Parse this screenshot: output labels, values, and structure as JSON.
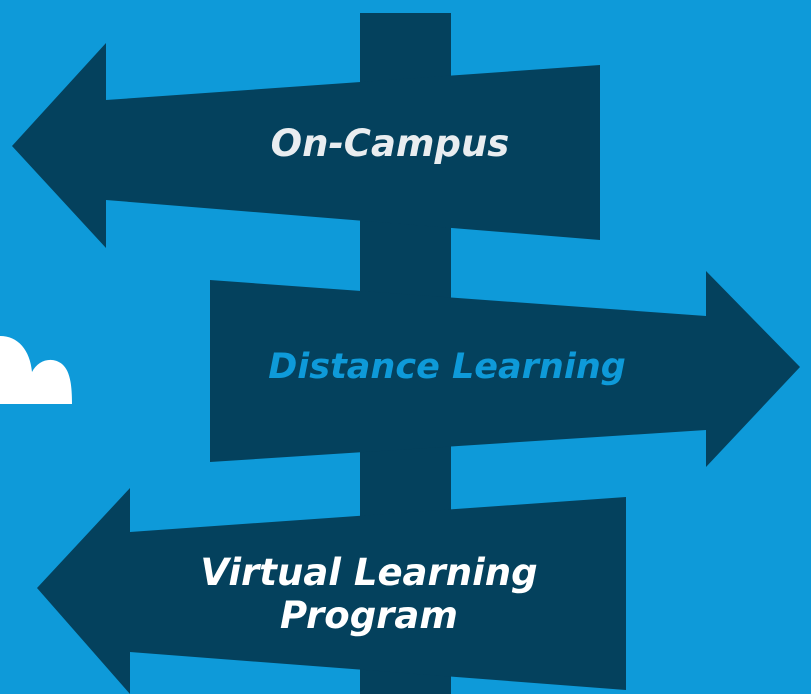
{
  "signs": {
    "top": {
      "label": "On-Campus",
      "text_color": "#e9edf0"
    },
    "middle": {
      "label": "Distance Learning",
      "text_color": "#0e9ad9"
    },
    "bottom": {
      "label_line1": "Virtual Learning",
      "label_line2": "Program",
      "text_color": "#ffffff"
    }
  },
  "colors": {
    "sky": "#0e9ad9",
    "sign": "#04415d",
    "cloud": "#ffffff"
  },
  "icons": {
    "cloud": "cloud-icon"
  }
}
